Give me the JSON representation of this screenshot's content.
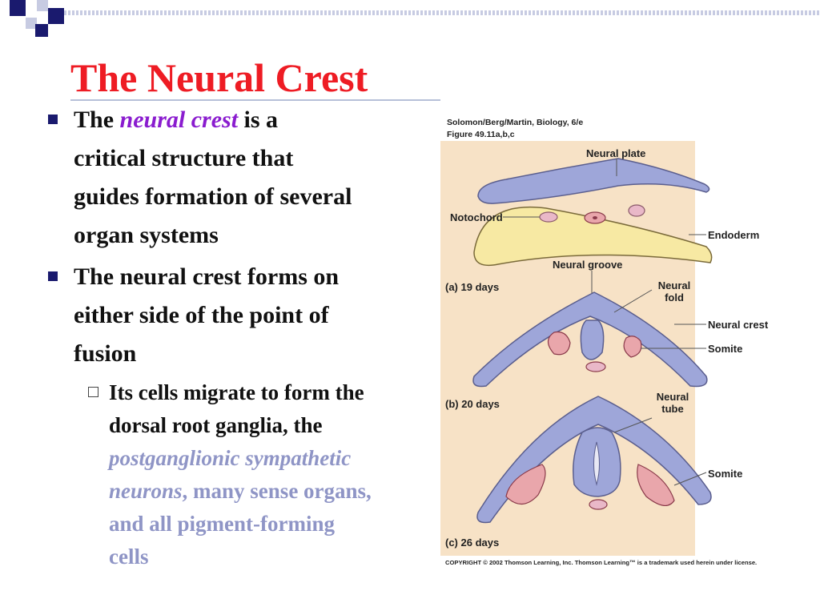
{
  "slide": {
    "title": "The Neural Crest",
    "bullets": [
      {
        "parts": [
          {
            "text": "The ",
            "style": "plain"
          },
          {
            "text": "neural crest",
            "style": "italic-purple"
          },
          {
            "text": " is a",
            "style": "plain"
          }
        ],
        "lines": [
          "critical structure that",
          "guides formation of several",
          "organ systems"
        ]
      },
      {
        "lines": [
          "The neural crest forms on",
          "either side of the point of",
          "fusion"
        ]
      }
    ],
    "sub_bullet": {
      "line1": "Its cells migrate to form the",
      "line2": "dorsal root ganglia, the",
      "line3": "postganglionic sympathetic",
      "line4_em": "neurons",
      "line4_rest": ", many sense organs,",
      "line5": "and all pigment-forming",
      "line6": "cells"
    }
  },
  "figure": {
    "source_line1": "Solomon/Berg/Martin, Biology, 6/e",
    "source_line2": "Figure 49.11a,b,c",
    "labels": {
      "neural_plate": "Neural plate",
      "notochord": "Notochord",
      "endoderm": "Endoderm",
      "neural_groove": "Neural groove",
      "stage_a": "(a)   19 days",
      "neural_fold_1": "Neural",
      "neural_fold_2": "fold",
      "neural_crest": "Neural crest",
      "somite_b": "Somite",
      "stage_b": "(b)   20 days",
      "neural_tube_1": "Neural",
      "neural_tube_2": "tube",
      "somite_c": "Somite",
      "stage_c": "(c)   26 days"
    },
    "copyright": "COPYRIGHT © 2002 Thomson Learning, Inc. Thomson Learning™ is a trademark used herein under license."
  },
  "colors": {
    "title": "#ee1c24",
    "emphasis_purple": "#8a1ccf",
    "emphasis_lavender": "#8f95c6",
    "bullet_square": "#1a1a6e",
    "figure_bg": "#f7e2c6",
    "tissue_blue": "#9ea6d9",
    "endoderm_yellow": "#f7e9a3",
    "somite_pink": "#e9a6ab"
  }
}
